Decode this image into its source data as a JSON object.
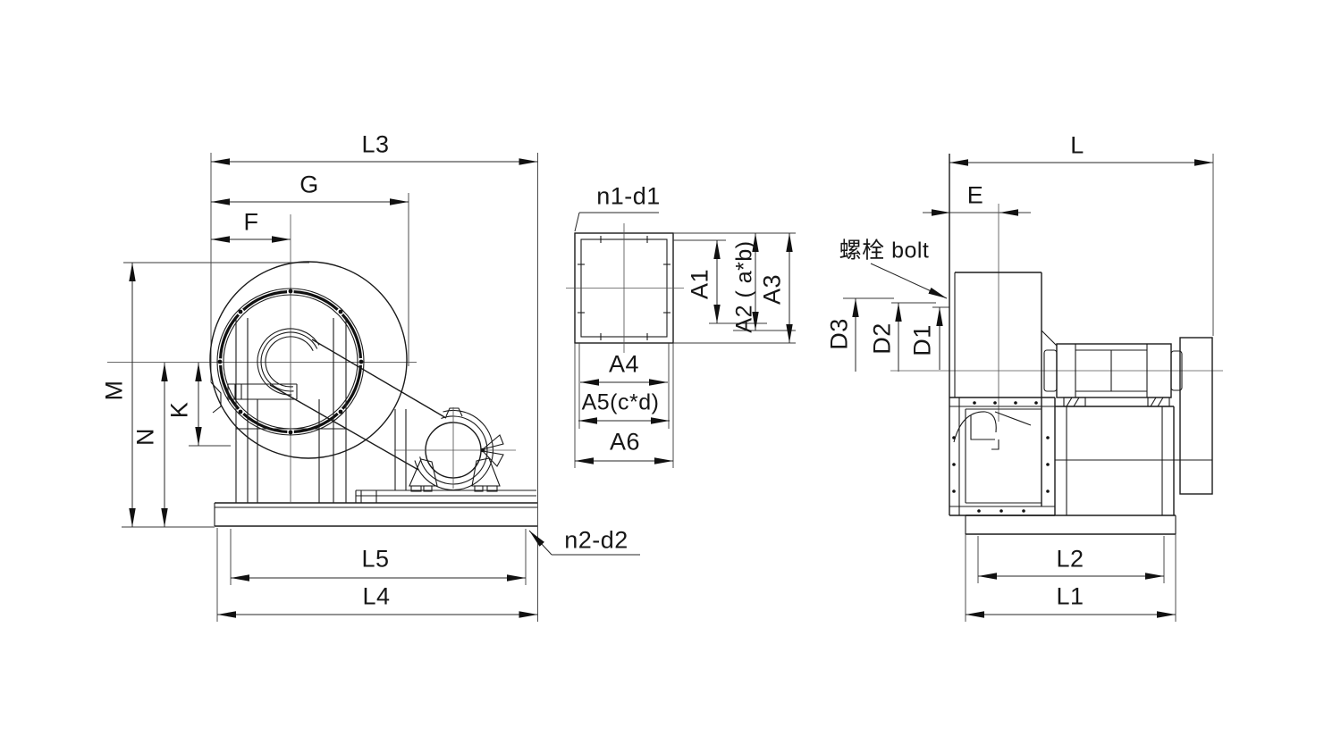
{
  "title": "Centrifugal fan dimensional drawing (three views)",
  "colors": {
    "line": "#1b1b1b",
    "background": "#ffffff"
  },
  "labels": {
    "front": {
      "l3": "L3",
      "g": "G",
      "f": "F",
      "m": "M",
      "n": "N",
      "k": "K",
      "l5": "L5",
      "l4": "L4",
      "n2_d2": "n2-d2"
    },
    "flange": {
      "n1_d1": "n1-d1",
      "a1": "A1",
      "a2": "A2 ( a*b)",
      "a3": "A3",
      "a4": "A4",
      "a5": "A5(c*d)",
      "a6": "A6"
    },
    "side": {
      "l": "L",
      "e": "E",
      "bolt": "螺栓 bolt",
      "d3": "D3",
      "d2": "D2",
      "d1": "D1",
      "l2": "L2",
      "l1": "L1"
    }
  }
}
